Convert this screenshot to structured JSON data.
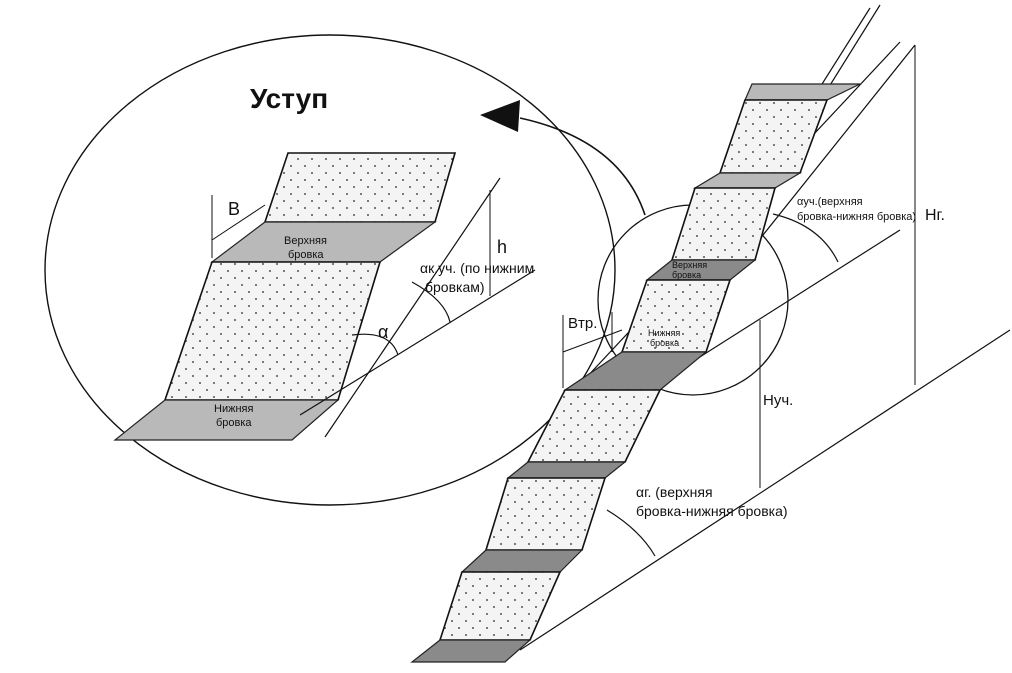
{
  "inset": {
    "title": "Уступ",
    "width_label": "B",
    "height_label": "h",
    "upper_crest": [
      "Верхняя",
      "бровка"
    ],
    "lower_crest": [
      "Нижняя",
      "бровка"
    ],
    "face_angle_label": "α",
    "section_angle_label": [
      "αк.уч. (по нижним",
      "бровкам)"
    ]
  },
  "main": {
    "berm_label": "Bтр.",
    "upper_crest_label": [
      "Верхняя",
      "бровка"
    ],
    "lower_crest_label": [
      "Нижняя",
      "бровка"
    ],
    "section_angle_label": [
      "αуч.(верхняя",
      "бровка-нижняя бровка)"
    ],
    "total_height_label": "Hг.",
    "section_height_label": "Hуч.",
    "slope_angle_label": [
      "αг. (верхняя",
      "бровка-нижняя бровка)"
    ]
  },
  "colors": {
    "stroke": "#111111",
    "face_fill": "#f4f4f4",
    "berm_fill": "#b9b9b9",
    "berm_dark_fill": "#8a8a8a"
  }
}
